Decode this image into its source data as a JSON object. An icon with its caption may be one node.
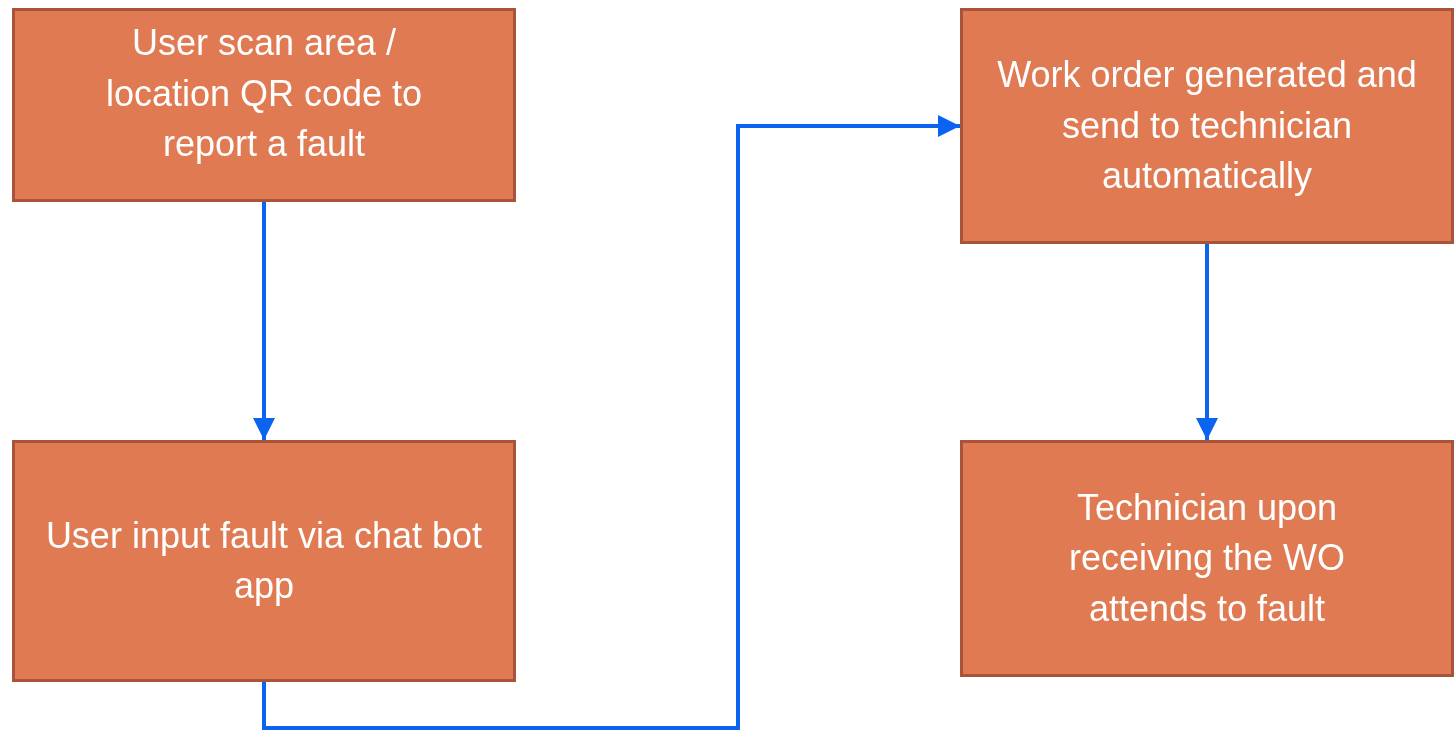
{
  "diagram": {
    "nodes": [
      {
        "text": [
          "User scan area / location QR code to report a fault"
        ]
      },
      {
        "text": [
          "User input fault via chat bot app"
        ]
      },
      {
        "text": [
          "Work order generated and send to technician automatically"
        ]
      },
      {
        "text": [
          "Technician upon receiving the WO attends to fault"
        ]
      }
    ],
    "edges": [
      {
        "from": 0,
        "to": 1,
        "arrow": "to"
      },
      {
        "from": 1,
        "to": 2,
        "arrow": "to"
      },
      {
        "from": 2,
        "to": 3,
        "arrow": "to"
      }
    ]
  }
}
